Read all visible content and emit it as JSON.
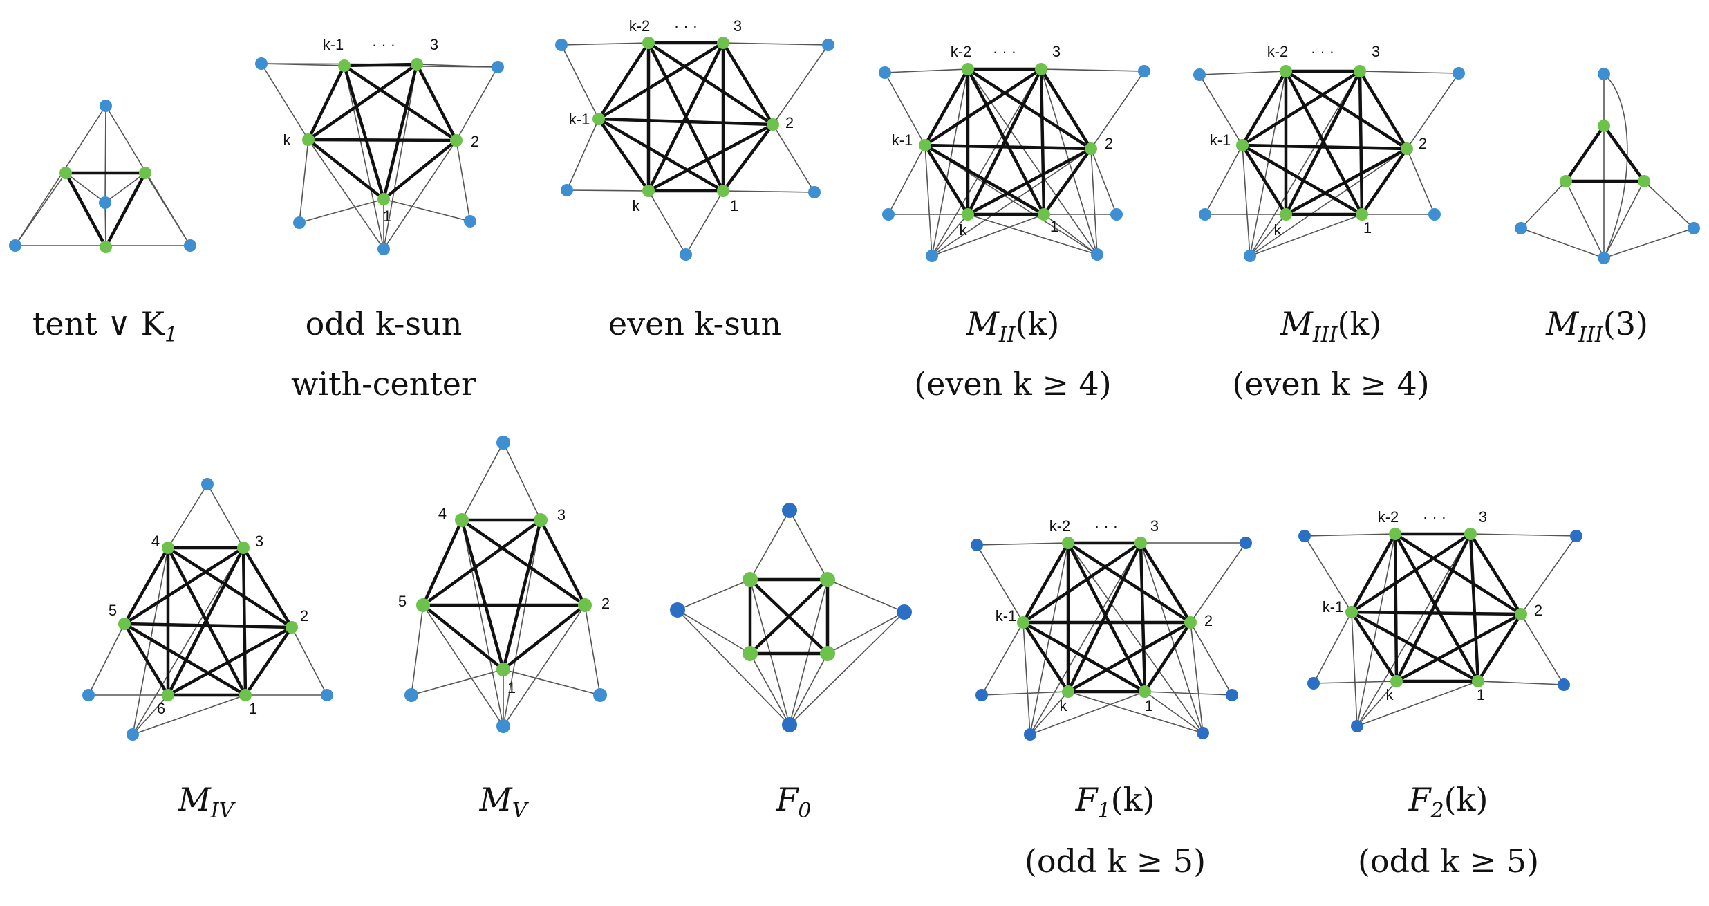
{
  "colors": {
    "inner_vertex": "#6cc24a",
    "outer_vertex": "#3d8fd1",
    "outer_vertex_dark": "#2a6fc4",
    "thick_edge": "#111111",
    "thin_edge": "#555555"
  },
  "captions": [
    {
      "id": "tent-k1",
      "main": "tent ∨ K",
      "sub": "1",
      "line2": ""
    },
    {
      "id": "odd-k-sun",
      "main": "odd k-sun",
      "sub": "",
      "line2": "with-center"
    },
    {
      "id": "even-k-sun",
      "main": "even k-sun",
      "sub": "",
      "line2": ""
    },
    {
      "id": "m-ii-k",
      "main": "M",
      "sub": "II",
      "after": "(k)",
      "line2": "(even k ≥ 4)"
    },
    {
      "id": "m-iii-k",
      "main": "M",
      "sub": "III",
      "after": "(k)",
      "line2": "(even k ≥ 4)"
    },
    {
      "id": "m-iii-3",
      "main": "M",
      "sub": "III",
      "after": "(3)",
      "line2": ""
    },
    {
      "id": "m-iv",
      "main": "M",
      "sub": "IV",
      "after": "",
      "line2": ""
    },
    {
      "id": "m-v",
      "main": "M",
      "sub": "V",
      "after": "",
      "line2": ""
    },
    {
      "id": "f0",
      "main": "F",
      "sub": "0",
      "after": "",
      "line2": ""
    },
    {
      "id": "f1-k",
      "main": "F",
      "sub": "1",
      "after": "(k)",
      "line2": "(odd k ≥ 5)"
    },
    {
      "id": "f2-k",
      "main": "F",
      "sub": "2",
      "after": "(k)",
      "line2": "(odd k ≥ 5)"
    }
  ],
  "vertex_labels": {
    "odd_sun": [
      "k-1",
      "· · ·",
      "3",
      "k",
      "2",
      "1"
    ],
    "even_sun": [
      "k-2",
      "· · ·",
      "3",
      "k-1",
      "2",
      "k",
      "1"
    ],
    "m_ii": [
      "k-2",
      "· · ·",
      "3",
      "k-1",
      "2",
      "k",
      "1"
    ],
    "m_iii": [
      "k-2",
      "· · ·",
      "3",
      "k-1",
      "2",
      "k",
      "1"
    ],
    "m_iv": [
      "4",
      "3",
      "5",
      "2",
      "6",
      "1"
    ],
    "m_v": [
      "4",
      "3",
      "5",
      "2",
      "1"
    ],
    "f1": [
      "k-2",
      "· · ·",
      "3",
      "k-1",
      "2",
      "k",
      "1"
    ],
    "f2": [
      "k-2",
      "· · ·",
      "3",
      "k-1",
      "2",
      "k",
      "1"
    ]
  }
}
